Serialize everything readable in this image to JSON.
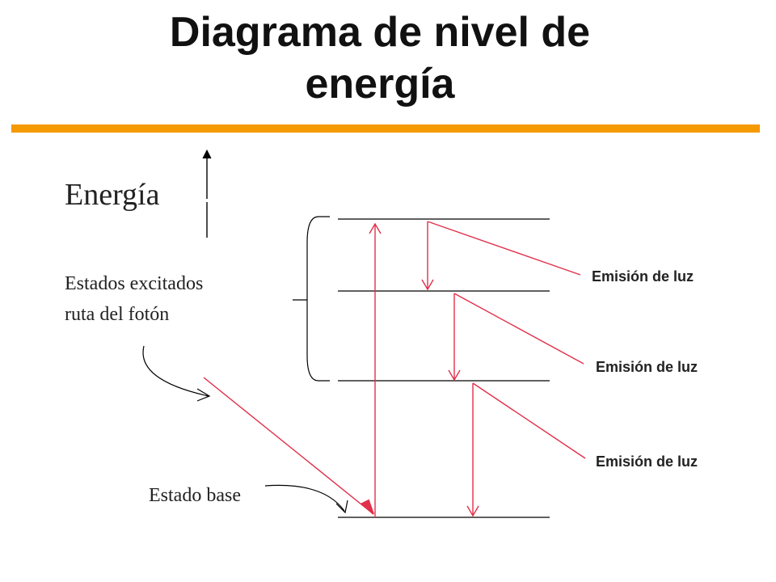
{
  "title": {
    "line1": "Diagrama de nivel de",
    "line2": "energía"
  },
  "labels": {
    "energy_axis": "Energía",
    "excited_states": "Estados excitados",
    "photon_path": "ruta del fotón",
    "ground_state": "Estado base"
  },
  "emissions": [
    {
      "label": "Emisión de luz"
    },
    {
      "label": "Emisión de luz"
    },
    {
      "label": "Emisión de luz"
    }
  ],
  "colors": {
    "accent_rule": "#f59a00",
    "transition": "#e0304a",
    "level_line": "#000000",
    "text": "#222222"
  }
}
